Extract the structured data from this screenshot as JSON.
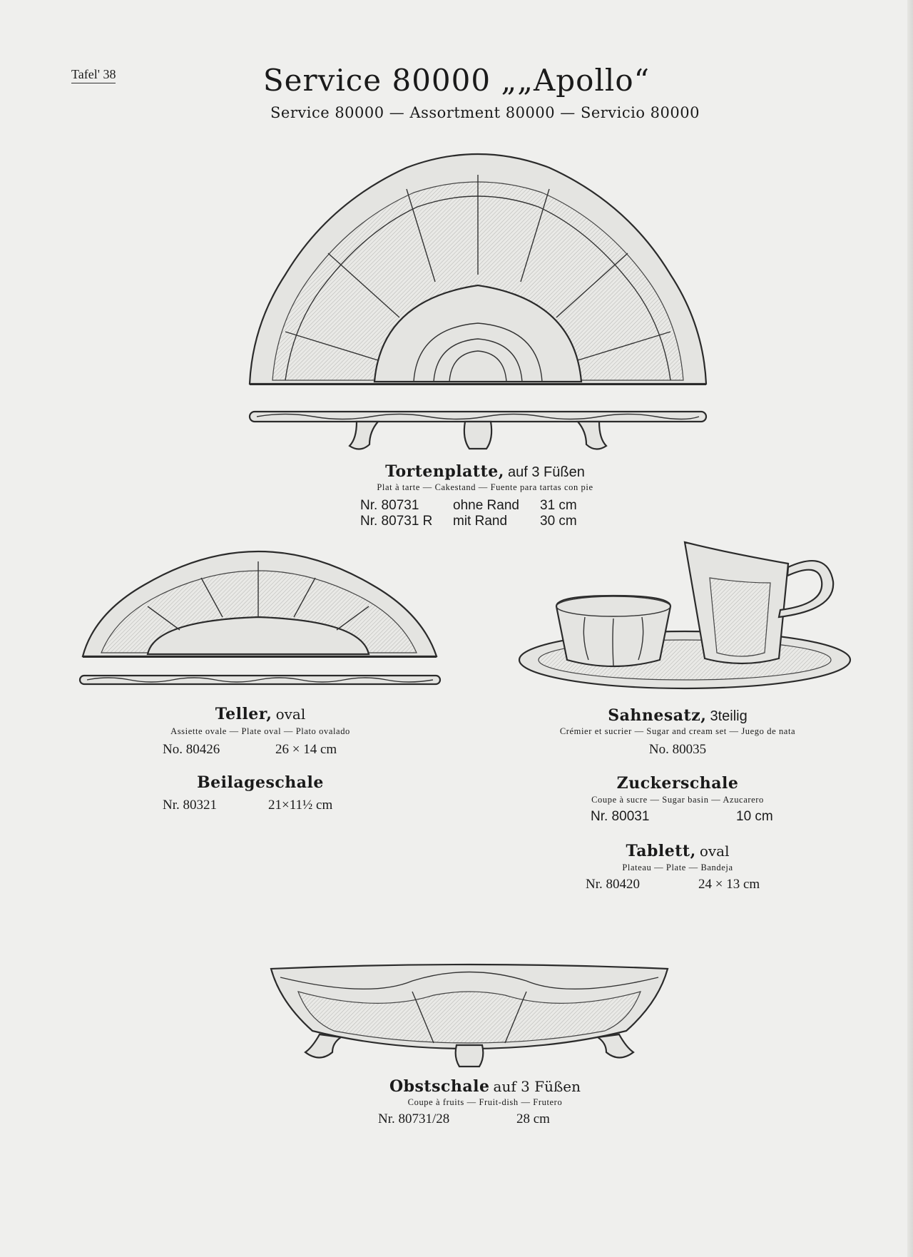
{
  "page": {
    "plate": "Tafel' 38",
    "title": "Service 80000 „„Apollo“",
    "subtitle": "Service 80000 — Assortment 80000 — Servicio 80000"
  },
  "items": {
    "tortenplatte": {
      "name": "Tortenplatte,",
      "suffix": "auf 3 Füßen",
      "translations": "Plat à tarte — Cakestand — Fuente para tartas con pie",
      "rows": [
        {
          "nr": "Nr. 80731",
          "desc": "ohne Rand",
          "size": "31 cm"
        },
        {
          "nr": "Nr. 80731 R",
          "desc": "mit Rand",
          "size": "30 cm"
        }
      ]
    },
    "teller": {
      "name": "Teller,",
      "suffix": "oval",
      "translations": "Assiette ovale — Plate oval — Plato ovalado",
      "nr": "No. 80426",
      "size": "26 × 14 cm"
    },
    "beilageschale": {
      "name": "Beilageschale",
      "nr": "Nr. 80321",
      "size": "21×11½ cm"
    },
    "sahnesatz": {
      "name": "Sahnesatz,",
      "suffix": "3teilig",
      "translations": "Crémier et sucrier — Sugar and cream set — Juego de nata",
      "nr": "No. 80035"
    },
    "zuckerschale": {
      "name": "Zuckerschale",
      "translations": "Coupe à sucre — Sugar basin — Azucarero",
      "nr": "Nr. 80031",
      "size": "10 cm"
    },
    "tablett": {
      "name": "Tablett,",
      "suffix": "oval",
      "translations": "Plateau — Plate — Bandeja",
      "nr": "Nr. 80420",
      "size": "24 × 13 cm"
    },
    "obstschale": {
      "name": "Obstschale",
      "suffix": "auf 3 Füßen",
      "translations": "Coupe à fruits — Fruit-dish — Frutero",
      "nr": "Nr. 80731/28",
      "size": "28 cm"
    }
  }
}
